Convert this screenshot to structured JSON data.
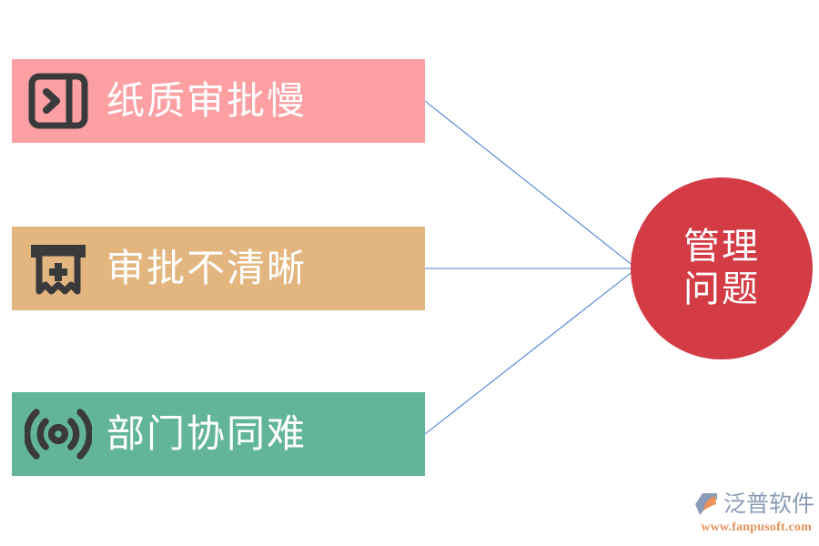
{
  "diagram": {
    "title": "管理问题",
    "type": "convergence-diagram",
    "background_color": "#FFFFFF"
  },
  "problems": [
    {
      "label": "纸质审批慢",
      "icon": "panel-right-arrow-icon",
      "color": "#FCA0A3"
    },
    {
      "label": "审批不清晰",
      "icon": "receipt-plus-icon",
      "color": "#E3B680"
    },
    {
      "label": "部门协同难",
      "icon": "broadcast-signal-icon",
      "color": "#63B598"
    }
  ],
  "hub": {
    "line1": "管理",
    "line2": "问题",
    "color": "#D33B45",
    "text_color": "#FFFFFF"
  },
  "connectors": {
    "color": "#4A7FD4",
    "count": 3
  },
  "brand": {
    "name": "泛普软件",
    "url": "www.fanpusoft.com",
    "name_color": "#8A9BB8",
    "url_color": "#E8935C",
    "mark_icon": "fanpu-logo-mark-icon"
  }
}
